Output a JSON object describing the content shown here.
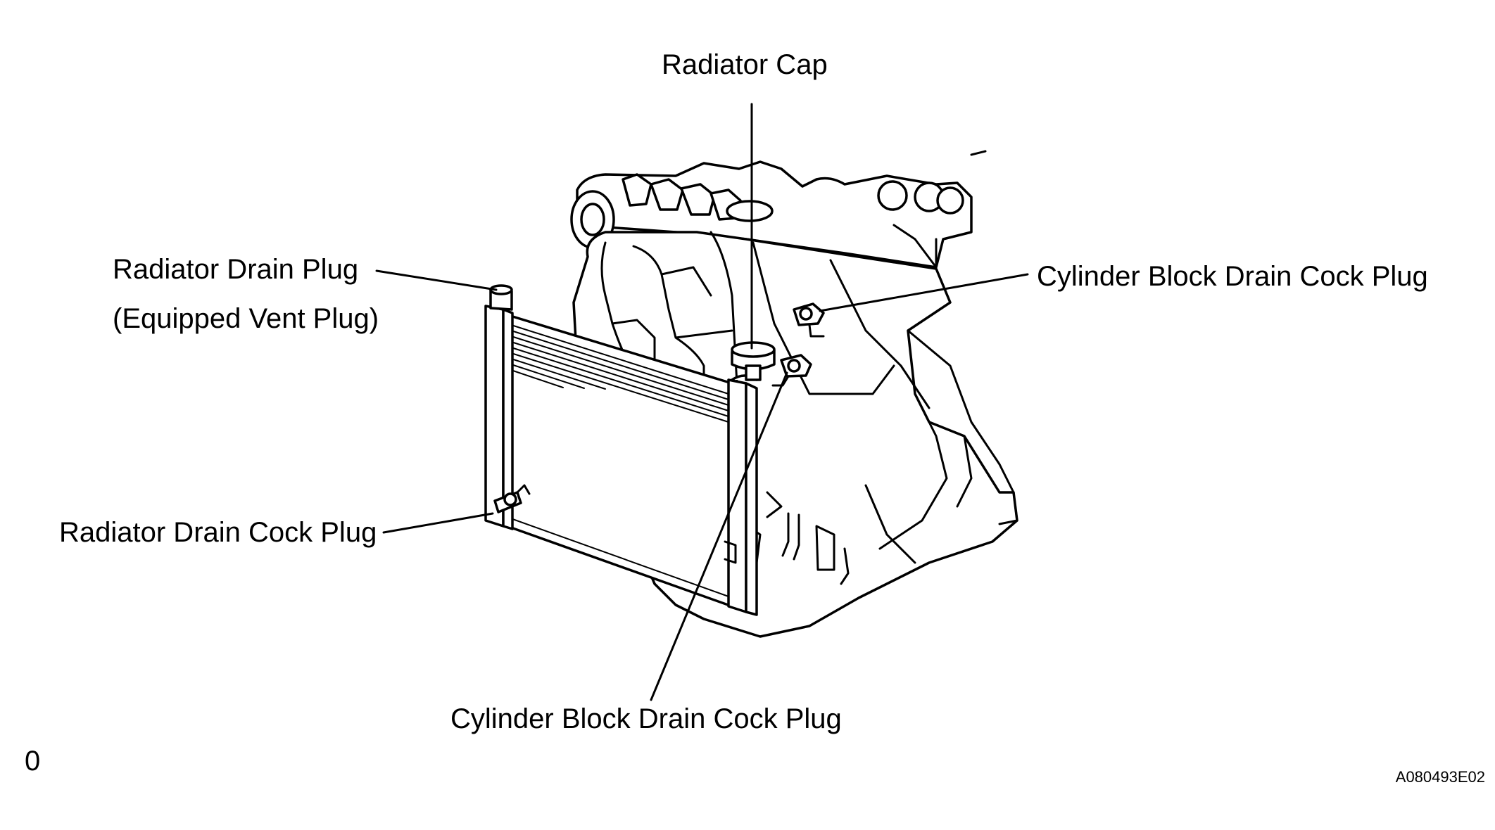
{
  "labels": {
    "radiator_cap": "Radiator Cap",
    "radiator_drain_plug": "Radiator Drain Plug",
    "equipped_vent_plug": "(Equipped Vent Plug)",
    "cylinder_block_drain_cock_plug_right": "Cylinder Block Drain Cock Plug",
    "radiator_drain_cock_plug": "Radiator Drain Cock Plug",
    "cylinder_block_drain_cock_plug_bottom": "Cylinder Block Drain Cock Plug"
  },
  "page_marker": "0",
  "figure_code": "A080493E02"
}
